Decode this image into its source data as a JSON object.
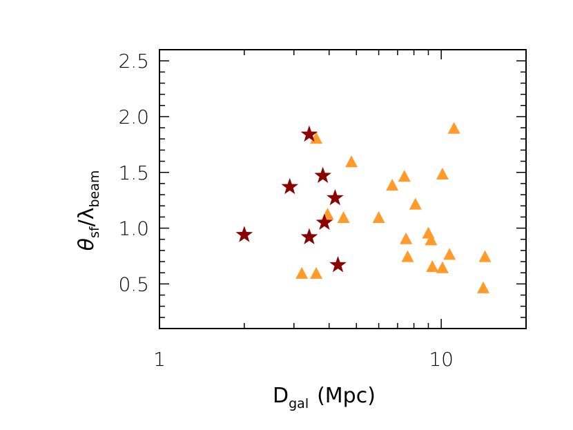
{
  "chart_data": {
    "type": "scatter",
    "title": "",
    "xlabel": "D_gal (Mpc)",
    "xlabel_main": "D",
    "xlabel_sub": "gal",
    "xlabel_unit": "(Mpc)",
    "ylabel": "θ_sf/λ_beam",
    "ylabel_theta": "θ",
    "ylabel_theta_sub": "sf",
    "ylabel_slash": "/",
    "ylabel_lambda": "λ",
    "ylabel_lambda_sub": "beam",
    "xscale": "log",
    "xlim": [
      1,
      20
    ],
    "ylim": [
      0.1,
      2.6
    ],
    "xticks": [
      {
        "value": 1,
        "label": "1"
      },
      {
        "value": 10,
        "label": "10"
      }
    ],
    "yticks": [
      {
        "value": 0.5,
        "label": "0.5"
      },
      {
        "value": 1.0,
        "label": "1.0"
      },
      {
        "value": 1.5,
        "label": "1.5"
      },
      {
        "value": 2.0,
        "label": "2.0"
      },
      {
        "value": 2.5,
        "label": "2.5"
      }
    ],
    "grid": false,
    "legend": null,
    "series": [
      {
        "name": "stars",
        "marker": "star",
        "color": "#8b0000",
        "points": [
          {
            "x": 2.0,
            "y": 0.94
          },
          {
            "x": 2.9,
            "y": 1.37
          },
          {
            "x": 3.4,
            "y": 1.84
          },
          {
            "x": 3.8,
            "y": 1.47
          },
          {
            "x": 4.2,
            "y": 1.27
          },
          {
            "x": 3.85,
            "y": 1.05
          },
          {
            "x": 3.4,
            "y": 0.92
          },
          {
            "x": 4.3,
            "y": 0.67
          }
        ]
      },
      {
        "name": "triangles",
        "marker": "triangle",
        "color": "#ff9a2b",
        "points": [
          {
            "x": 3.6,
            "y": 1.8
          },
          {
            "x": 4.8,
            "y": 1.59
          },
          {
            "x": 3.95,
            "y": 1.12
          },
          {
            "x": 4.5,
            "y": 1.09
          },
          {
            "x": 6.0,
            "y": 1.09
          },
          {
            "x": 3.2,
            "y": 0.59
          },
          {
            "x": 3.6,
            "y": 0.59
          },
          {
            "x": 6.7,
            "y": 1.38
          },
          {
            "x": 7.4,
            "y": 1.46
          },
          {
            "x": 7.5,
            "y": 0.9
          },
          {
            "x": 7.6,
            "y": 0.74
          },
          {
            "x": 8.1,
            "y": 1.21
          },
          {
            "x": 9.0,
            "y": 0.95
          },
          {
            "x": 9.2,
            "y": 0.89
          },
          {
            "x": 9.3,
            "y": 0.65
          },
          {
            "x": 10.1,
            "y": 1.48
          },
          {
            "x": 10.1,
            "y": 0.64
          },
          {
            "x": 10.7,
            "y": 0.76
          },
          {
            "x": 11.1,
            "y": 1.89
          },
          {
            "x": 14.3,
            "y": 0.74
          },
          {
            "x": 14.1,
            "y": 0.46
          }
        ]
      }
    ]
  },
  "colors": {
    "star": "#8b0000",
    "triangle": "#ff9a2b",
    "axis": "#000000"
  }
}
